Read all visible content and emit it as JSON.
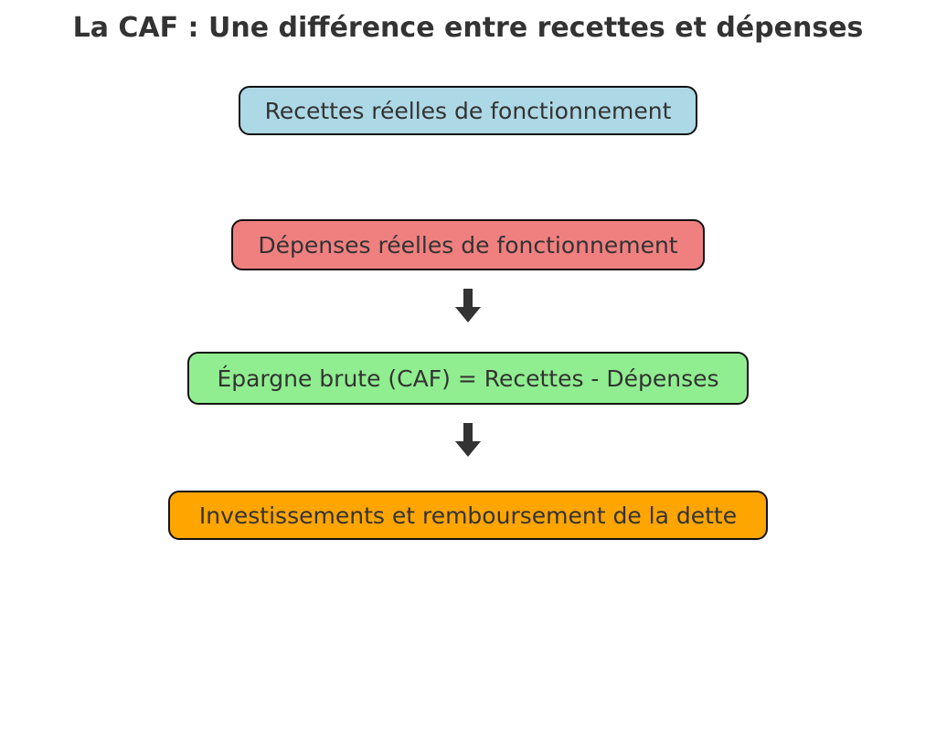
{
  "diagram": {
    "title": "La CAF : Une différence entre recettes et dépenses",
    "boxes": [
      {
        "label": "Recettes réelles de fonctionnement",
        "color": "#ADD8E6"
      },
      {
        "label": "Dépenses réelles de fonctionnement",
        "color": "#F08080"
      },
      {
        "label": "Épargne brute (CAF) = Recettes - Dépenses",
        "color": "#90EE90"
      },
      {
        "label": "Investissements et remboursement de la dette",
        "color": "#FFA500"
      }
    ],
    "arrows": [
      {
        "icon": "down-arrow-icon",
        "color": "#333333"
      },
      {
        "icon": "down-arrow-icon",
        "color": "#333333"
      }
    ]
  }
}
